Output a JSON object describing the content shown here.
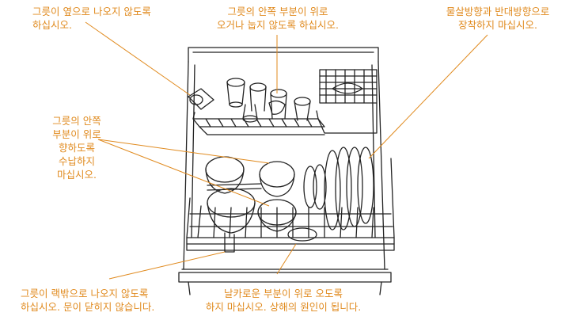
{
  "colors": {
    "accent": "#e08a1e",
    "ink": "#222222"
  },
  "callouts": [
    {
      "id": "sideways",
      "lines": [
        "그릇이 옆으로 나오지 않도록",
        "하십시오."
      ]
    },
    {
      "id": "inner-up-top",
      "lines": [
        "그릇의 안쪽 부분이 위로",
        "오거나 눕지 않도록 하십시오."
      ]
    },
    {
      "id": "spray-direction",
      "lines": [
        "물살방향과 반대방향으로",
        "장착하지 마십시오."
      ]
    },
    {
      "id": "inner-down",
      "lines": [
        "그릇의 안쪽",
        "부분이 위로",
        "향하도록",
        "수납하지",
        "마십시오."
      ]
    },
    {
      "id": "rack-outside",
      "lines": [
        "그릇이 랙밖으로 나오지 않도록",
        "하십시오. 문이 닫히지 않습니다."
      ]
    },
    {
      "id": "sharp",
      "lines": [
        "날카로운 부분이 위로 오도록",
        "하지 마십시오. 상해의 원인이 됩니다."
      ]
    }
  ]
}
